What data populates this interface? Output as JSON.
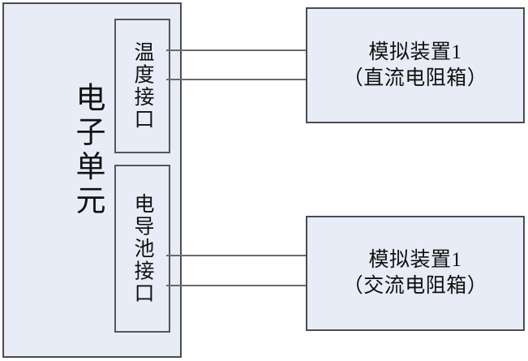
{
  "diagram": {
    "type": "block-diagram",
    "title": "",
    "colors": {
      "box_fill": "#e8ecf6",
      "box_border": "#4a4a55",
      "wire": "#6a6a74",
      "background": "#ffffff",
      "text": "#111111"
    },
    "unit": {
      "label": "电子单元",
      "interfaces": [
        {
          "id": "temperature",
          "label": "温度接口"
        },
        {
          "id": "conductivity-cell",
          "label": "电导池接口"
        }
      ]
    },
    "devices": [
      {
        "id": "dc-resistance-box",
        "line1": "模拟装置1",
        "line2": "（直流电阻箱）"
      },
      {
        "id": "ac-resistance-box",
        "line1": "模拟装置1",
        "line2": "（交流电阻箱）"
      }
    ],
    "connections": [
      {
        "id": "temp-wire-1",
        "from": "温度接口",
        "to": "模拟装置1（直流电阻箱）"
      },
      {
        "id": "temp-wire-2",
        "from": "温度接口",
        "to": "模拟装置1（直流电阻箱）"
      },
      {
        "id": "cond-wire-1",
        "from": "电导池接口",
        "to": "模拟装置1（交流电阻箱）"
      },
      {
        "id": "cond-wire-2",
        "from": "电导池接口",
        "to": "模拟装置1（交流电阻箱）"
      }
    ]
  }
}
